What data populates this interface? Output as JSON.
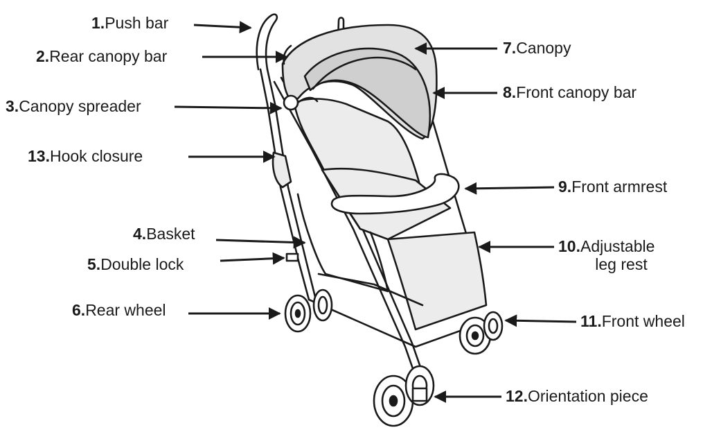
{
  "colors": {
    "ink": "#1a1a1a",
    "canopy": "#e2e2e2",
    "canopy_shade": "#cfcfcf",
    "seat": "#ececec",
    "background": "#ffffff"
  },
  "labels": [
    {
      "id": "push-bar",
      "num": "1.",
      "text": "Push bar"
    },
    {
      "id": "rear-canopy-bar",
      "num": "2.",
      "text": "Rear canopy bar"
    },
    {
      "id": "canopy-spreader",
      "num": "3.",
      "text": "Canopy spreader"
    },
    {
      "id": "basket",
      "num": "4.",
      "text": "Basket"
    },
    {
      "id": "double-lock",
      "num": "5.",
      "text": "Double lock"
    },
    {
      "id": "rear-wheel",
      "num": "6.",
      "text": "Rear wheel"
    },
    {
      "id": "canopy",
      "num": "7.",
      "text": "Canopy"
    },
    {
      "id": "front-canopy-bar",
      "num": "8.",
      "text": "Front canopy bar"
    },
    {
      "id": "front-armrest",
      "num": "9.",
      "text": "Front armrest"
    },
    {
      "id": "adjustable-leg-rest",
      "num": "10.",
      "text": "Adjustable",
      "text2": "leg rest"
    },
    {
      "id": "front-wheel",
      "num": "11.",
      "text": "Front wheel"
    },
    {
      "id": "orientation-piece",
      "num": "12.",
      "text": "Orientation piece"
    },
    {
      "id": "hook-closure",
      "num": "13.",
      "text": "Hook closure"
    }
  ]
}
